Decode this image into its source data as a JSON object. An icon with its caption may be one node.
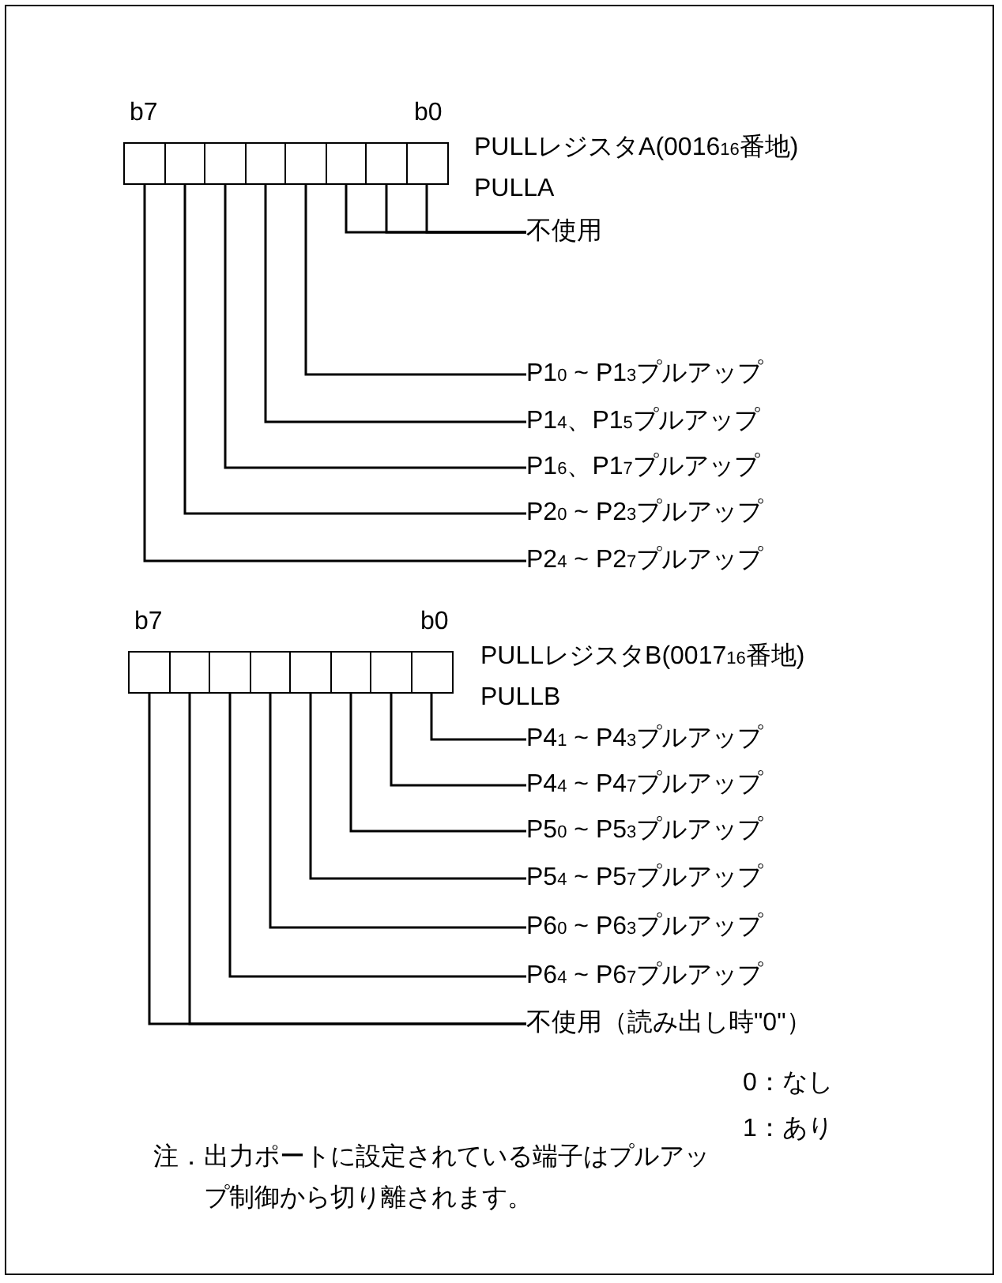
{
  "diagram": {
    "nodes": [
      {
        "text": [],
        "shape": "box"
      },
      {
        "text": [],
        "shape": "box"
      },
      {
        "text": [],
        "shape": "box"
      },
      {
        "text": [],
        "shape": "box"
      },
      {
        "text": [],
        "shape": "box"
      },
      {
        "text": [],
        "shape": "box"
      },
      {
        "text": [],
        "shape": "box"
      },
      {
        "text": [],
        "shape": "box"
      },
      {
        "text": [
          "不使用"
        ]
      },
      {
        "text": [
          "P1$_{0}$ ~ P1$_{3}$プルアップ"
        ]
      },
      {
        "text": [
          "P1$_{4}$、P1$_{5}$プルアップ"
        ]
      },
      {
        "text": [
          "P1$_{6}$、P1$_{7}$プルアップ"
        ]
      },
      {
        "text": [
          "P2$_{0}$ ~ P2$_{3}$プルアップ"
        ]
      },
      {
        "text": [
          "P2$_{4}$ ~ P2$_{7}$プルアップ"
        ]
      },
      {
        "text": [],
        "shape": "box"
      },
      {
        "text": [],
        "shape": "box"
      },
      {
        "text": [],
        "shape": "box"
      },
      {
        "text": [],
        "shape": "box"
      },
      {
        "text": [],
        "shape": "box"
      },
      {
        "text": [],
        "shape": "box"
      },
      {
        "text": [],
        "shape": "box"
      },
      {
        "text": [],
        "shape": "box"
      },
      {
        "text": [
          "P4$_{1}$ ~ P4$_{3}$プルアップ"
        ]
      },
      {
        "text": [
          "P4$_{4}$ ~ P4$_{7}$プルアップ"
        ]
      },
      {
        "text": [
          "P5$_{0}$ ~ P5$_{3}$プルアップ"
        ]
      },
      {
        "text": [
          "P5$_{4}$ ~ P5$_{7}$プルアップ"
        ]
      },
      {
        "text": [
          "P6$_{0}$ ~ P6$_{3}$プルアップ"
        ]
      },
      {
        "text": [
          "P6$_{4}$ ~ P6$_{7}$プルアップ"
        ]
      },
      {
        "text": [
          "不使用（読み出し時\"0\"）"
        ]
      }
    ],
    "edges": [
      {
        "from": 8,
        "to": 5,
        "arrow": "none"
      },
      {
        "from": 8,
        "to": 6,
        "arrow": "none"
      },
      {
        "from": 8,
        "to": 7,
        "arrow": "none"
      },
      {
        "from": 9,
        "to": 4,
        "arrow": "none"
      },
      {
        "from": 10,
        "to": 3,
        "arrow": "none"
      },
      {
        "from": 11,
        "to": 2,
        "arrow": "none"
      },
      {
        "from": 12,
        "to": 1,
        "arrow": "none"
      },
      {
        "from": 13,
        "to": 0,
        "arrow": "none"
      },
      {
        "from": 22,
        "to": 21,
        "arrow": "none"
      },
      {
        "from": 23,
        "to": 20,
        "arrow": "none"
      },
      {
        "from": 24,
        "to": 19,
        "arrow": "none"
      },
      {
        "from": 25,
        "to": 18,
        "arrow": "none"
      },
      {
        "from": 26,
        "to": 17,
        "arrow": "none"
      },
      {
        "from": 27,
        "to": 16,
        "arrow": "none"
      },
      {
        "from": 28,
        "to": 15,
        "arrow": "none"
      },
      {
        "from": 28,
        "to": 14,
        "arrow": "none"
      }
    ],
    "labels": [
      "b7",
      "b0",
      "PULLレジスタA(0016$_{16}$番地)",
      "PULLA",
      "b7",
      "b0",
      "PULLレジスタB(0017$_{16}$番地)",
      "PULLB",
      "0：なし",
      "1：あり",
      "注．出力ポートに設定されている端子はプルアップ制御から切り離されます。"
    ]
  }
}
